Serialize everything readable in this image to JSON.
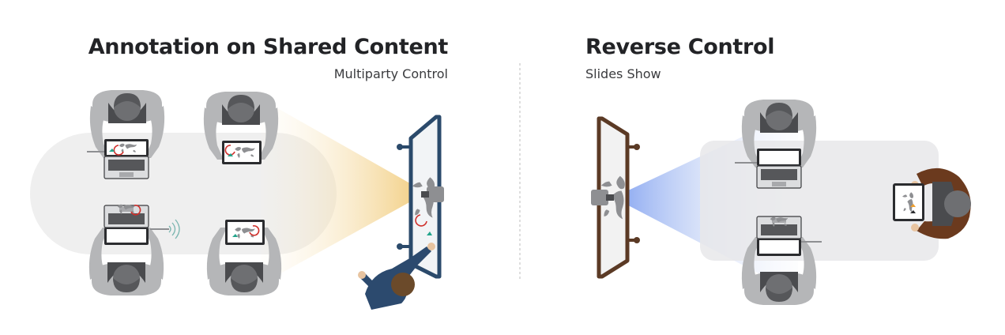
{
  "left_panel": {
    "title": "Annotation on Shared Content",
    "subtitle": "Multiparty Control"
  },
  "right_panel": {
    "title": "Reverse Control",
    "subtitle": "Slides Show"
  },
  "icons": {
    "wifi": "wifi-signal-icon",
    "camera": "camera-icon",
    "person": "person-icon",
    "laptop": "laptop-icon",
    "world_map": "world-map-icon"
  },
  "colors": {
    "person_gray": "#b5b6b8",
    "person_dark": "#4a4b4e",
    "presenter_navy": "#2c4a6e",
    "presenter_brown": "#6b3a1e",
    "display_frame_navy": "#2b4a6b",
    "display_frame_brown": "#5b3a25",
    "annotation_red": "#d0312d",
    "annotation_teal": "#24a58c",
    "beam_left": "#f3d9a0",
    "beam_right": "#9fb7ef",
    "table": "#efefef",
    "divider": "#bdbdbd"
  }
}
